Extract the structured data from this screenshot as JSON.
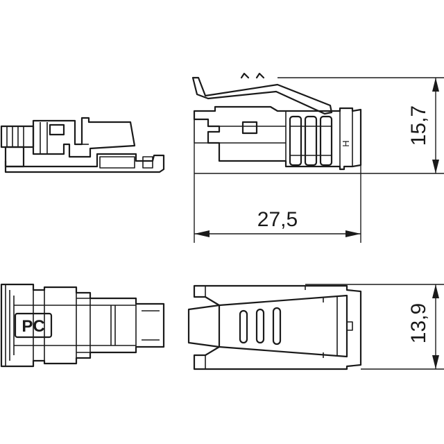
{
  "dimensions": {
    "length": "27,5",
    "height": "15,7",
    "width": "13,9"
  },
  "markings": {
    "brand": "PC",
    "side_letter": "H"
  }
}
